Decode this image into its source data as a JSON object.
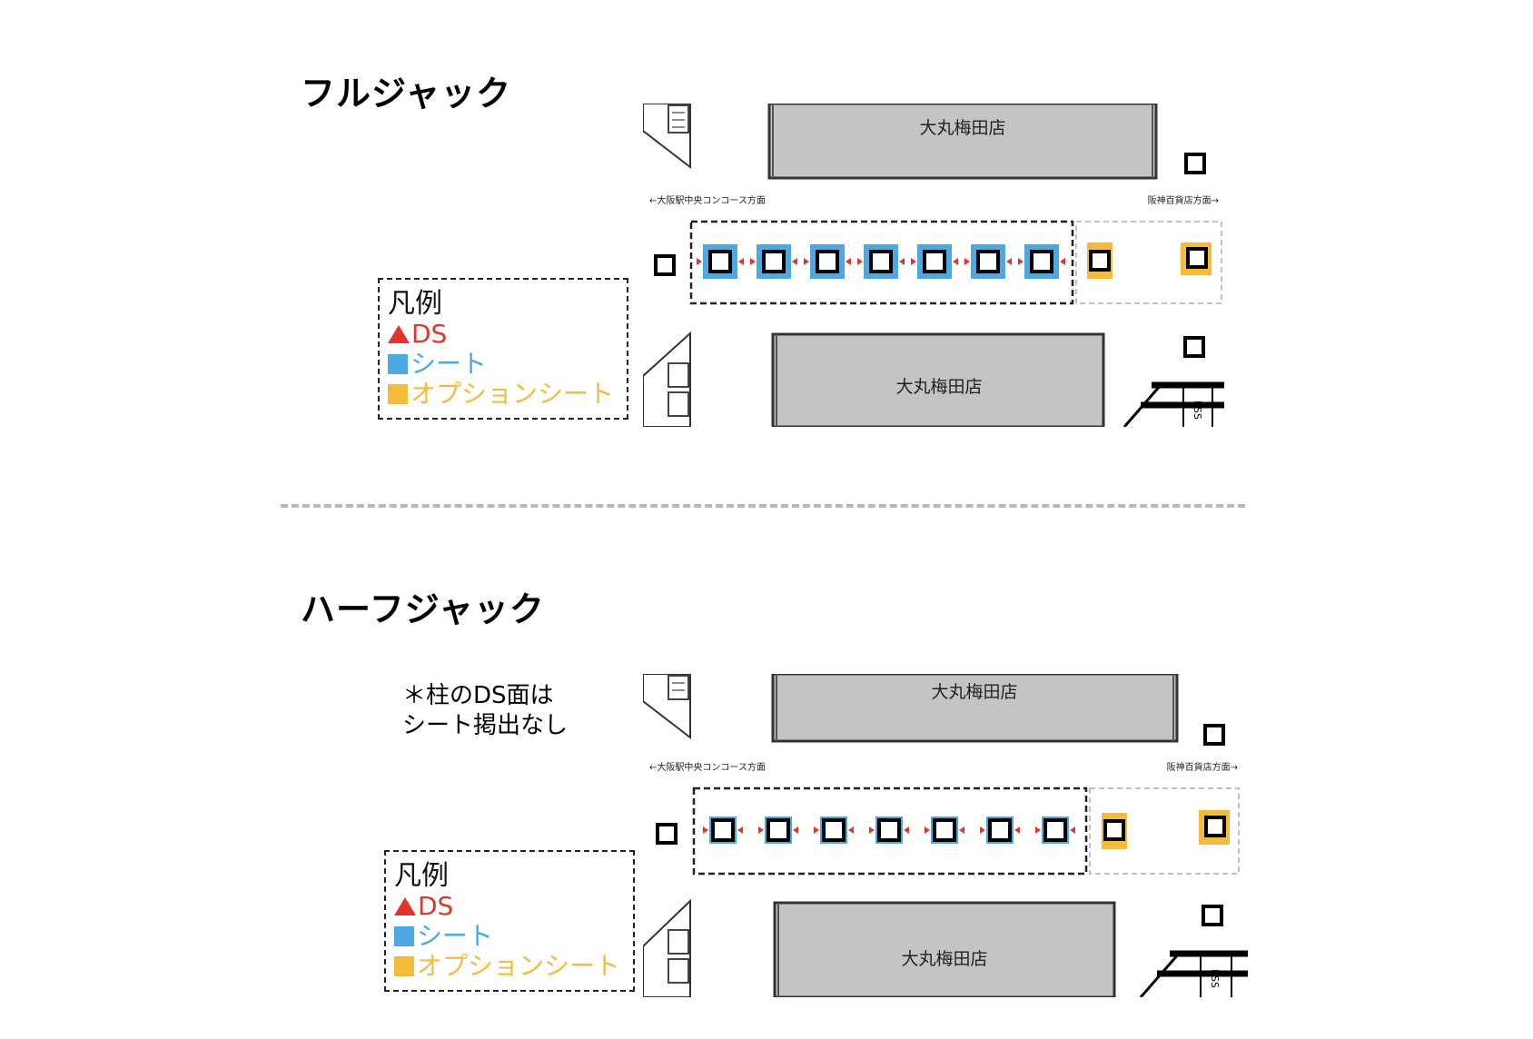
{
  "sections": {
    "full": {
      "title": "フルジャック"
    },
    "half": {
      "title": "ハーフジャック"
    }
  },
  "legend": {
    "title": "凡例",
    "ds": "DS",
    "sheet": "シート",
    "option_sheet": "オプションシート"
  },
  "note": {
    "line1": "＊柱のDS面は",
    "line2": "シート掲出なし"
  },
  "map": {
    "store_name": "大丸梅田店",
    "direction_left": "←大阪駅中央コンコース方面",
    "direction_right": "阪神百貨店方面→",
    "stair_label": "ESS"
  },
  "colors": {
    "ds": "#e0352b",
    "sheet": "#4ba8e2",
    "option_sheet": "#f5bb3c",
    "store_fill": "#c4c4c4"
  }
}
